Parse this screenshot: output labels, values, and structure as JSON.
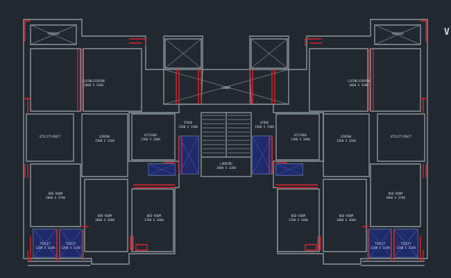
{
  "drawing": {
    "background": "#212830",
    "wall_color": "#8e969c",
    "column_color": "#e0222b",
    "toilet_fill": "#1e2a6a",
    "label_color": "#d5d9dc",
    "edge_glyph": "V"
  },
  "rooms": {
    "terrace_left": {
      "name": "TERRACE",
      "size": ""
    },
    "terrace_right": {
      "name": "TERRACE",
      "size": ""
    },
    "living_left": {
      "name": "LIVING/DINING",
      "size": "3000 X 3500"
    },
    "living_right": {
      "name": "LIVING/DINING",
      "size": "3000 X 3500"
    },
    "lobby": {
      "name": "LOBBY",
      "size": ""
    },
    "service_left": {
      "name": "UTILITY/DUCT",
      "size": ""
    },
    "service_right": {
      "name": "UTILITY/DUCT",
      "size": ""
    },
    "dining_left": {
      "name": "DINING",
      "size": "2500 X 3100"
    },
    "dining_right": {
      "name": "DINING",
      "size": "2500 X 3100"
    },
    "kitchen_left": {
      "name": "KITCHEN",
      "size": "2300 X 2800"
    },
    "kitchen_right": {
      "name": "KITCHEN",
      "size": "2300 X 2800"
    },
    "store_left": {
      "name": "STORE",
      "size": "1500 X 1500"
    },
    "store_right": {
      "name": "STORE",
      "size": "1500 X 1500"
    },
    "landing": {
      "name": "LANDING",
      "size": "2000 X 1200"
    },
    "bed1_left": {
      "name": "BED ROOM",
      "size": "3000 X 3700"
    },
    "bed1_right": {
      "name": "BED ROOM",
      "size": "3000 X 3700"
    },
    "bed2_left": {
      "name": "BED ROOM",
      "size": "3000 X 3600"
    },
    "bed2_right": {
      "name": "BED ROOM",
      "size": "3000 X 3600"
    },
    "bed3_left": {
      "name": "BED ROOM",
      "size": "2700 X 3400"
    },
    "bed3_right": {
      "name": "BED ROOM",
      "size": "2700 X 3400"
    },
    "toilet1_left": {
      "name": "TOILET",
      "size": "1200 X 2100"
    },
    "toilet2_left": {
      "name": "TOILET",
      "size": "1200 X 2100"
    },
    "toilet1_right": {
      "name": "TOILET",
      "size": "1200 X 2100"
    },
    "toilet2_right": {
      "name": "TOILET",
      "size": "1200 X 2100"
    }
  }
}
